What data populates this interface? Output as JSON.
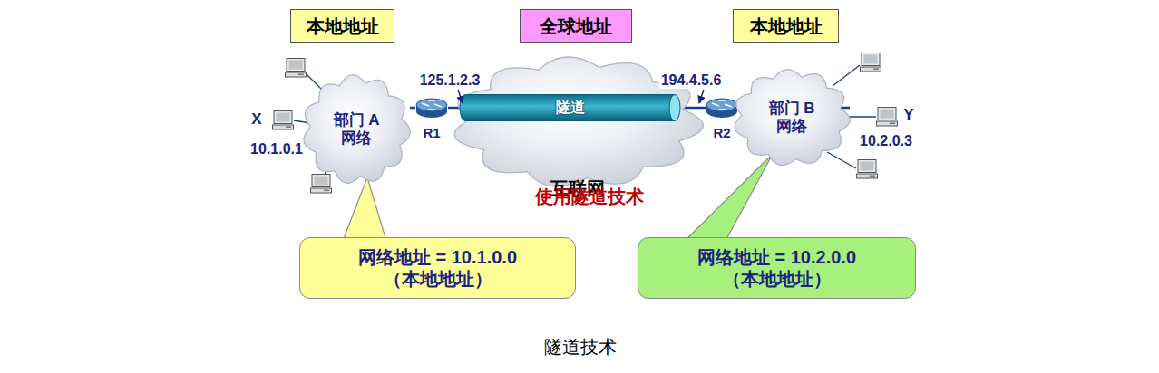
{
  "diagram": {
    "caption": "隧道技术",
    "nodes": [
      {
        "text": [
          "本地地址"
        ]
      },
      {
        "text": [
          "全球地址"
        ]
      },
      {
        "text": [
          "本地地址"
        ]
      },
      {
        "text": [
          "部门 A 网络"
        ]
      },
      {
        "text": [
          "R1"
        ]
      },
      {
        "text": [
          "互联网"
        ]
      },
      {
        "text": [
          "隧道"
        ],
        "in": 5
      },
      {
        "text": [
          "R2"
        ]
      },
      {
        "text": [
          "部门 B 网络"
        ]
      },
      {
        "text": [
          "网络地址 = 10.1.0.0",
          "（本地地址）"
        ]
      },
      {
        "text": [
          "网络地址 = 10.2.0.0",
          "（本地地址）"
        ]
      }
    ],
    "edges": [
      {
        "from": 3,
        "to": 4,
        "arrow": "none"
      },
      {
        "from": 4,
        "to": 6,
        "arrow": "none"
      },
      {
        "from": 6,
        "to": 7,
        "arrow": "none"
      },
      {
        "from": 7,
        "to": 8,
        "arrow": "none"
      }
    ],
    "labels": [
      "125.1.2.3",
      "194.4.5.6",
      "X",
      "10.1.0.1",
      "Y",
      "10.2.0.3",
      "使用隧道技术"
    ]
  }
}
